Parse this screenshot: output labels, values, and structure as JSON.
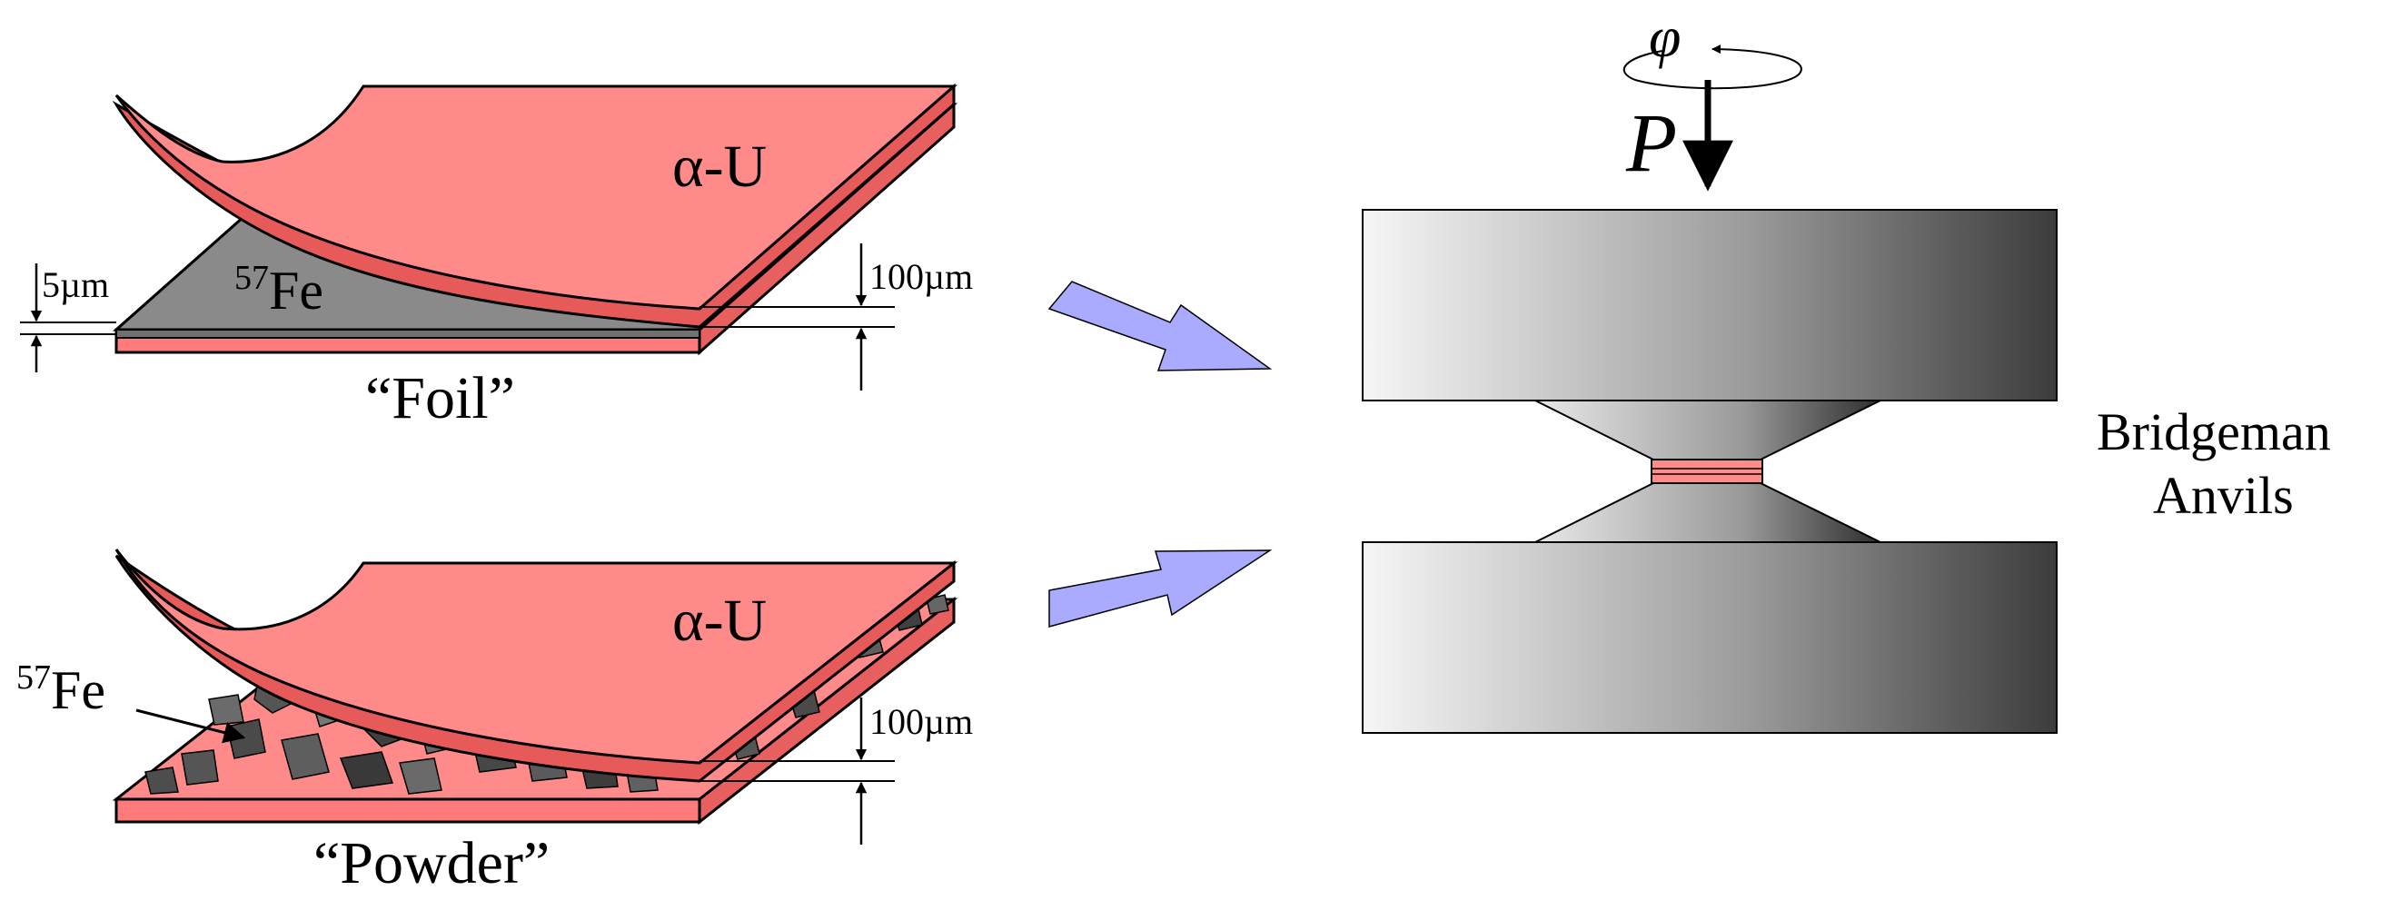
{
  "foil_panel": {
    "matrix_label": "α-U",
    "fe_mass": "57",
    "fe_symbol": "Fe",
    "thickness_small": "5µm",
    "thickness_large": "100µm",
    "caption": "“Foil”"
  },
  "powder_panel": {
    "matrix_label": "α-U",
    "fe_mass": "57",
    "fe_symbol": "Fe",
    "thickness_large": "100µm",
    "caption": "“Powder”"
  },
  "anvils": {
    "rotation_symbol": "φ",
    "pressure_symbol": "P",
    "label_line1": "Bridgeman",
    "label_line2": "Anvils"
  },
  "colors": {
    "u_layer": "#ff8a8a",
    "u_edge": "#e65a5a",
    "fe_foil": "#8a8a8a",
    "arrow_fill": "#aaaaff",
    "anvil_light": "#f4f4f4",
    "anvil_dark": "#444444"
  }
}
